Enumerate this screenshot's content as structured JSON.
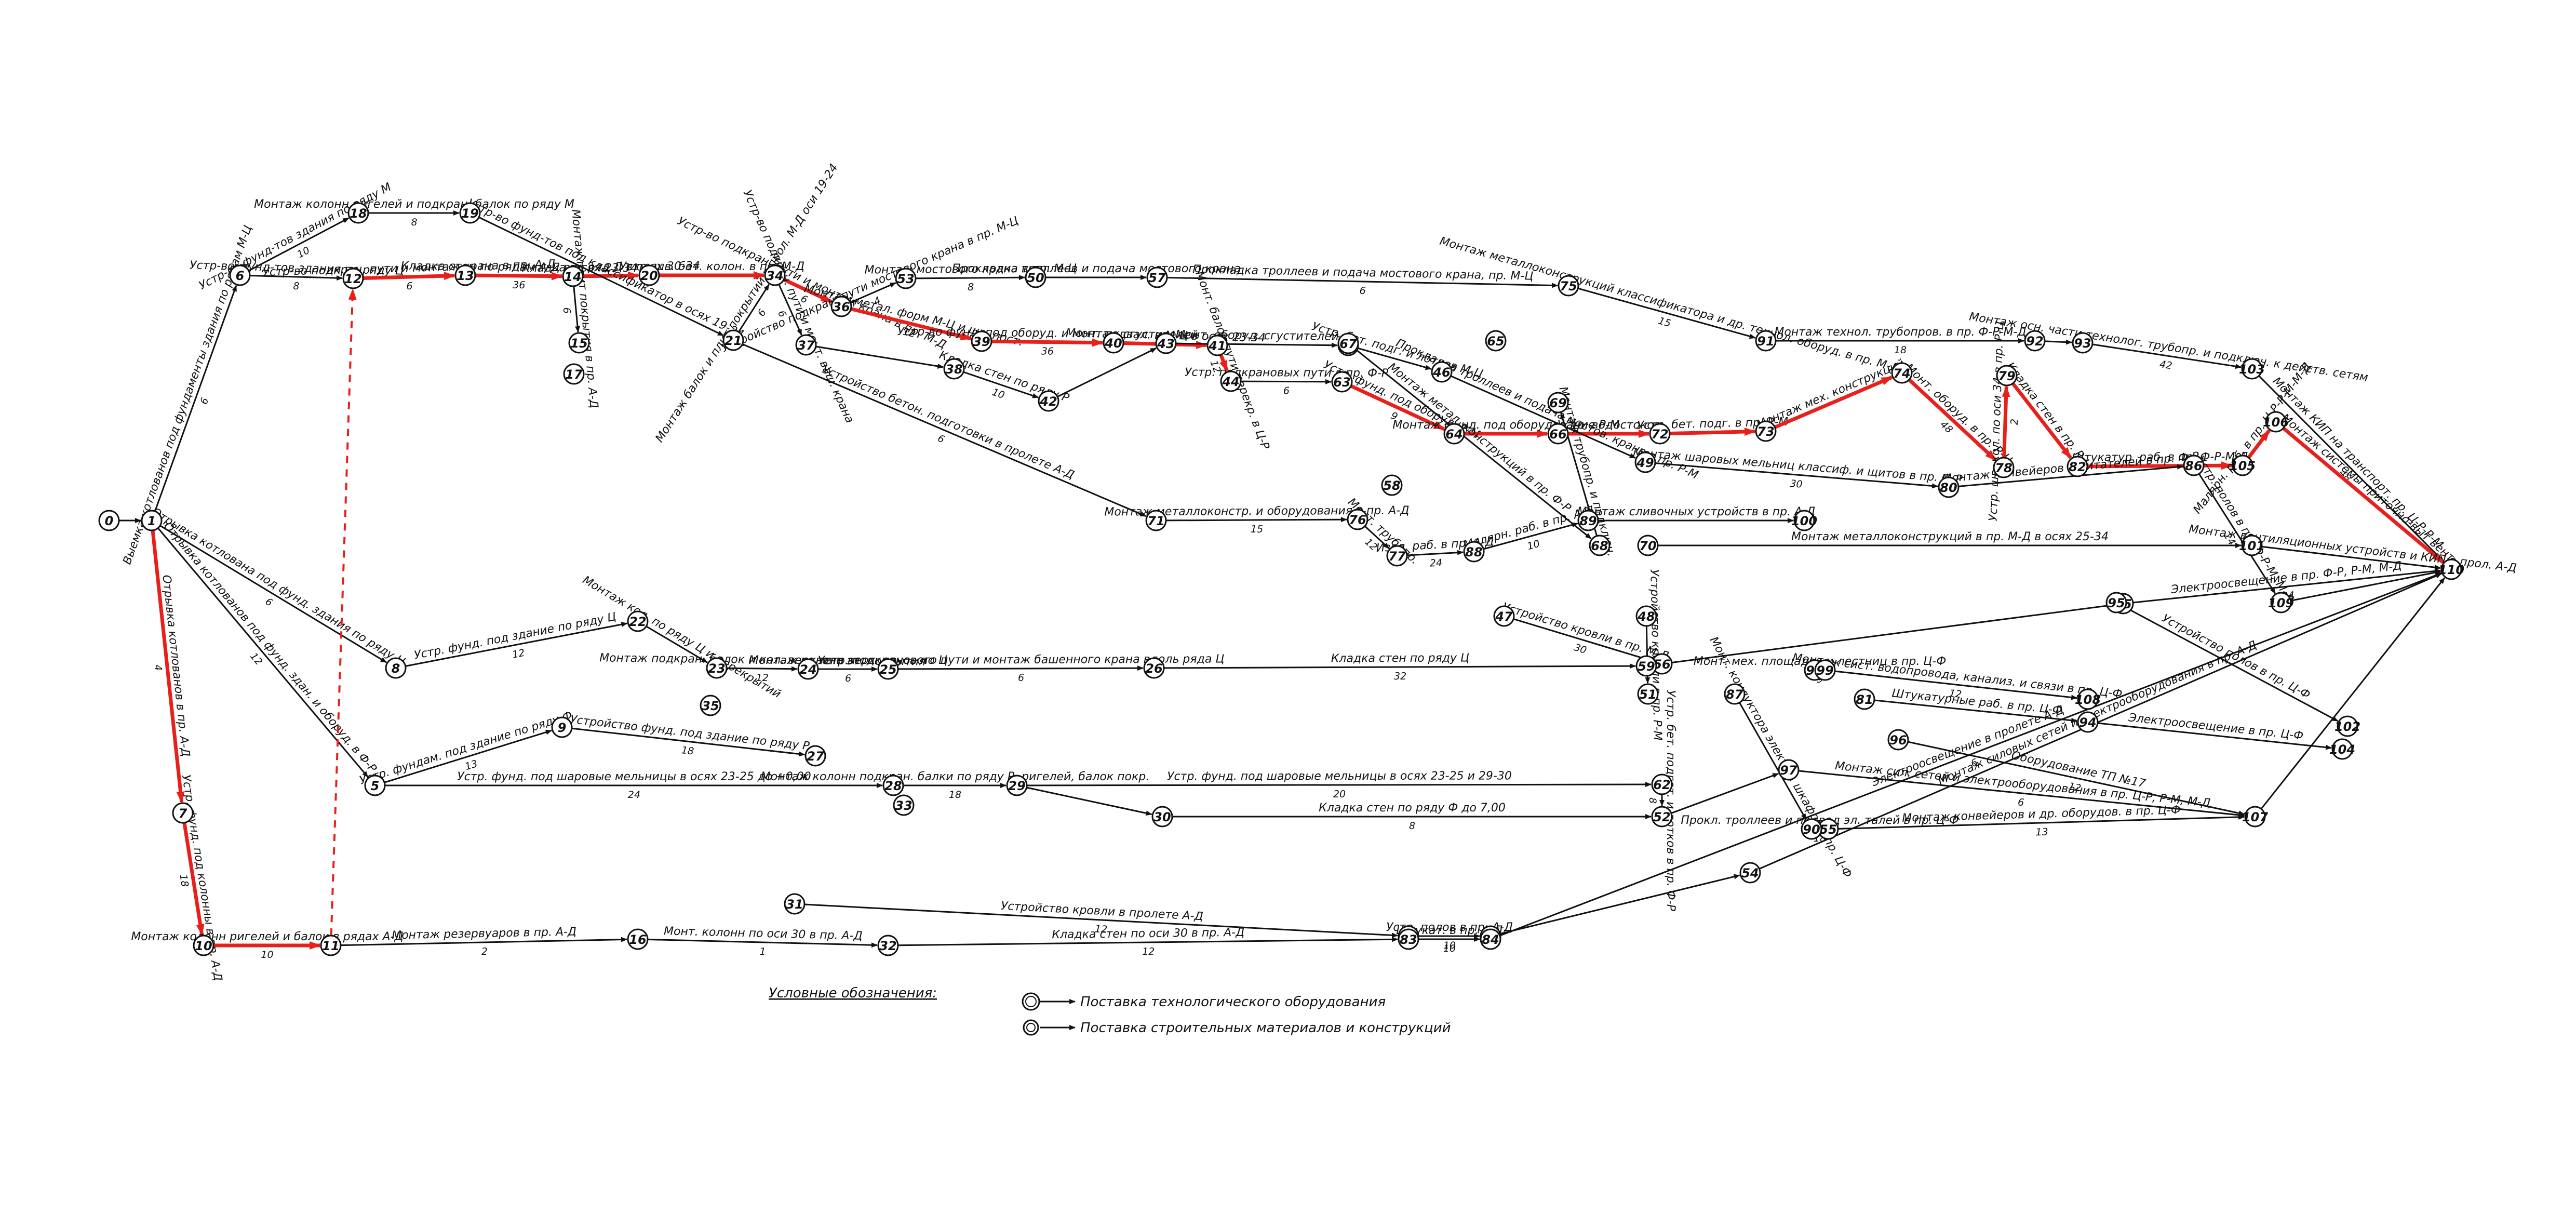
{
  "legend": {
    "title": "Условные обозначения:",
    "items": [
      {
        "id": "legend-tech",
        "label": "Поставка технологического оборудования",
        "symbol": "double-circle"
      },
      {
        "id": "legend-materials",
        "label": "Поставка строительных материалов и конструкций",
        "symbol": "double-circle-small"
      }
    ]
  },
  "colors": {
    "normal": "#111111",
    "critical": "#e8201c"
  },
  "nodes": [
    {
      "id": "0"
    },
    {
      "id": "1"
    },
    {
      "id": "6"
    },
    {
      "id": "7"
    },
    {
      "id": "8"
    },
    {
      "id": "5"
    },
    {
      "id": "9"
    },
    {
      "id": "10"
    },
    {
      "id": "11"
    },
    {
      "id": "12"
    },
    {
      "id": "13"
    },
    {
      "id": "14"
    },
    {
      "id": "15"
    },
    {
      "id": "16"
    },
    {
      "id": "17"
    },
    {
      "id": "18"
    },
    {
      "id": "19"
    },
    {
      "id": "20"
    },
    {
      "id": "21"
    },
    {
      "id": "22"
    },
    {
      "id": "23"
    },
    {
      "id": "24"
    },
    {
      "id": "25"
    },
    {
      "id": "26"
    },
    {
      "id": "27"
    },
    {
      "id": "28"
    },
    {
      "id": "29"
    },
    {
      "id": "30"
    },
    {
      "id": "31"
    },
    {
      "id": "32"
    },
    {
      "id": "33"
    },
    {
      "id": "34"
    },
    {
      "id": "35"
    },
    {
      "id": "36"
    },
    {
      "id": "37"
    },
    {
      "id": "38"
    },
    {
      "id": "39"
    },
    {
      "id": "40"
    },
    {
      "id": "41"
    },
    {
      "id": "42"
    },
    {
      "id": "43"
    },
    {
      "id": "44"
    },
    {
      "id": "45"
    },
    {
      "id": "46"
    },
    {
      "id": "47"
    },
    {
      "id": "48"
    },
    {
      "id": "49"
    },
    {
      "id": "50"
    },
    {
      "id": "51"
    },
    {
      "id": "52"
    },
    {
      "id": "53"
    },
    {
      "id": "54"
    },
    {
      "id": "55"
    },
    {
      "id": "56"
    },
    {
      "id": "57"
    },
    {
      "id": "58"
    },
    {
      "id": "59"
    },
    {
      "id": "60"
    },
    {
      "id": "61"
    },
    {
      "id": "62"
    },
    {
      "id": "63"
    },
    {
      "id": "64"
    },
    {
      "id": "65"
    },
    {
      "id": "66"
    },
    {
      "id": "67"
    },
    {
      "id": "68"
    },
    {
      "id": "69"
    },
    {
      "id": "70"
    },
    {
      "id": "71"
    },
    {
      "id": "72"
    },
    {
      "id": "73"
    },
    {
      "id": "74"
    },
    {
      "id": "75"
    },
    {
      "id": "76"
    },
    {
      "id": "77"
    },
    {
      "id": "78"
    },
    {
      "id": "79"
    },
    {
      "id": "80"
    },
    {
      "id": "81"
    },
    {
      "id": "82"
    },
    {
      "id": "83"
    },
    {
      "id": "84"
    },
    {
      "id": "85"
    },
    {
      "id": "86"
    },
    {
      "id": "87"
    },
    {
      "id": "88"
    },
    {
      "id": "89"
    },
    {
      "id": "90"
    },
    {
      "id": "91"
    },
    {
      "id": "92"
    },
    {
      "id": "93"
    },
    {
      "id": "94"
    },
    {
      "id": "95"
    },
    {
      "id": "96"
    },
    {
      "id": "97"
    },
    {
      "id": "98"
    },
    {
      "id": "99"
    },
    {
      "id": "100"
    },
    {
      "id": "101"
    },
    {
      "id": "102"
    },
    {
      "id": "103"
    },
    {
      "id": "104"
    },
    {
      "id": "105"
    },
    {
      "id": "106"
    },
    {
      "id": "107"
    },
    {
      "id": "108"
    },
    {
      "id": "109"
    },
    {
      "id": "110"
    }
  ],
  "edges": [
    {
      "from": "0",
      "to": "1",
      "label": "",
      "duration": ""
    },
    {
      "from": "1",
      "to": "6",
      "label": "Выемка котлованов под фундаменты здания по рядам М-Ц",
      "duration": "6"
    },
    {
      "from": "1",
      "to": "8",
      "label": "Отрывка котлована под фунд. здания по ряду Ц",
      "duration": "6"
    },
    {
      "from": "1",
      "to": "5",
      "label": "Отрывка котлованов под фунд. здан. и оборуд. в Ф-Р",
      "duration": "12"
    },
    {
      "from": "1",
      "to": "7",
      "label": "Отрывка котлованов в пр. А-Д",
      "duration": "4",
      "critical": true
    },
    {
      "from": "6",
      "to": "18",
      "label": "Устр-во фунд-тов здания по ряду М",
      "duration": "10"
    },
    {
      "from": "6",
      "to": "12",
      "label": "Устр-во фунд-тов здания по ряду Ц",
      "duration": "8"
    },
    {
      "from": "18",
      "to": "19",
      "label": "Монтаж колонн ригелей и подкран. балок по ряду М",
      "duration": "8"
    },
    {
      "from": "12",
      "to": "13",
      "label": "Устр-во подкран. пути и монтаж крана в пр. А-Д",
      "duration": "6",
      "critical": true
    },
    {
      "from": "13",
      "to": "14",
      "label": "Кладка стен по рядам А-Д в осях 23-34",
      "duration": "36",
      "critical": true
    },
    {
      "from": "14",
      "to": "20",
      "label": "Кладка по ряд Д в осях 30-34",
      "duration": "",
      "critical": true
    },
    {
      "from": "20",
      "to": "34",
      "label": "Устр. шв. бет. колон. в пр. М-Д",
      "duration": "",
      "critical": true
    },
    {
      "from": "19",
      "to": "21",
      "label": "Устр-во фунд-тов под классификатор в осях 19-24",
      "duration": ""
    },
    {
      "from": "21",
      "to": "34",
      "label": "Монтаж балок и плит покрытий в прол. М-Д оси 19-24",
      "duration": "6"
    },
    {
      "from": "14",
      "to": "15",
      "label": "Монтаж плит покрытия в пр. А-Д",
      "duration": "6"
    },
    {
      "from": "34",
      "to": "36",
      "label": "Устр-во подкран. пути и монтаж крана в пр. М-Д",
      "duration": "6",
      "critical": true
    },
    {
      "from": "36",
      "to": "39",
      "label": "Монтаж метал. форм М-Ц и шв. пост.",
      "duration": "12",
      "critical": true
    },
    {
      "from": "36",
      "to": "53",
      "label": "Устройство подкран. пути мостового крана в пр. М-Ц",
      "duration": "4"
    },
    {
      "from": "53",
      "to": "50",
      "label": "Монтаж мостового крана в пр. М-Ц",
      "duration": "8"
    },
    {
      "from": "50",
      "to": "57",
      "label": "Прокладка троллеев и подача мостового крана",
      "duration": ""
    },
    {
      "from": "57",
      "to": "75",
      "label": "Прокладка троллеев и подача мостового крана, пр. М-Ц",
      "duration": "6"
    },
    {
      "from": "75",
      "to": "91",
      "label": "Монтаж металлоконструкций классификатора и др. технол. оборуд. в пр. М-Д",
      "duration": "15"
    },
    {
      "from": "39",
      "to": "40",
      "label": "Устр-во фунд. под оборуд. и монтаж сгустителей",
      "duration": "36",
      "critical": true
    },
    {
      "from": "40",
      "to": "41",
      "label": "Монт. подвал. в М-Ц в осях 23-34",
      "duration": "",
      "critical": true
    },
    {
      "from": "41",
      "to": "44",
      "label": "Монт. балок пути перекр. в Ц-Р",
      "duration": "12",
      "critical": true
    },
    {
      "from": "44",
      "to": "63",
      "label": "Устр. подкрановых пути в пр. Ф-Р",
      "duration": "6"
    },
    {
      "from": "63",
      "to": "64",
      "label": "Устр. фунд. под оборуд. Р-М",
      "duration": "9",
      "critical": true
    },
    {
      "from": "64",
      "to": "66",
      "label": "Монтаж фунд. под оборудование Р-М",
      "duration": "",
      "critical": true
    },
    {
      "from": "66",
      "to": "72",
      "label": "Устр. водостоков",
      "duration": "",
      "critical": true
    },
    {
      "from": "72",
      "to": "73",
      "label": "Устр. бет. подг. в пр. Р-М",
      "duration": "",
      "critical": true
    },
    {
      "from": "73",
      "to": "74",
      "label": "Монтаж мех. конструкций",
      "duration": "",
      "critical": true
    },
    {
      "from": "74",
      "to": "78",
      "label": "Монт. оборуд. в пр. Р-Ц",
      "duration": "48",
      "critical": true
    },
    {
      "from": "91",
      "to": "92",
      "label": "Монтаж технол. трубопров. в пр. Ф-Р-М-Д",
      "duration": "18"
    },
    {
      "from": "92",
      "to": "93",
      "label": "",
      "duration": ""
    },
    {
      "from": "93",
      "to": "103",
      "label": "Монтаж осн. части технолог. трубопр. и подключ. к действ. сетям",
      "duration": "42"
    },
    {
      "from": "103",
      "to": "110",
      "label": "Монтаж КИП на транспорт. пр. Ц-Р-Р-М",
      "duration": "48"
    },
    {
      "from": "78",
      "to": "79",
      "label": "Устр. шв. кол. по оси 34 в пр. Р-Ц",
      "duration": "2",
      "critical": true
    },
    {
      "from": "79",
      "to": "82",
      "label": "Кладка стен в пр. Р-Ц",
      "duration": "",
      "critical": true
    },
    {
      "from": "82",
      "to": "105",
      "label": "Штукатур. раб. в пр. Ф-Р-М-Д",
      "duration": "",
      "critical": true
    },
    {
      "from": "105",
      "to": "106",
      "label": "Малярн. раб. в пр. Ц-Р-Р-М-М-Д",
      "duration": "",
      "critical": true
    },
    {
      "from": "106",
      "to": "110",
      "label": "Монтаж системы приточно-выт вент.",
      "duration": "",
      "critical": true
    },
    {
      "from": "7",
      "to": "10",
      "label": "Устр. фунд. под колонны в пр. А-Д",
      "duration": "18",
      "critical": true
    },
    {
      "from": "10",
      "to": "11",
      "label": "Монтаж колонн ригелей и балок в рядах А-Д",
      "duration": "10",
      "critical": true
    },
    {
      "from": "11",
      "to": "12",
      "label": "",
      "duration": "",
      "dashed": true,
      "critical": true
    },
    {
      "from": "11",
      "to": "16",
      "label": "Монтаж резервуаров в пр. А-Д",
      "duration": "2"
    },
    {
      "from": "16",
      "to": "32",
      "label": "Монт. колонн по оси 30 в пр. А-Д",
      "duration": "1"
    },
    {
      "from": "32",
      "to": "83",
      "label": "Кладка стен по оси 30 в пр. А-Д",
      "duration": "12"
    },
    {
      "from": "83",
      "to": "84",
      "label": "Штукат. в пр. А-Д",
      "duration": "10"
    },
    {
      "from": "84",
      "to": "110",
      "label": "Электроосвещение в пролете А-Д",
      "duration": "6"
    },
    {
      "from": "8",
      "to": "22",
      "label": "Устр. фунд. под здание по ряду Ц",
      "duration": "12"
    },
    {
      "from": "22",
      "to": "23",
      "label": "Монтаж кол. по ряду Ц и перекрытий",
      "duration": ""
    },
    {
      "from": "23",
      "to": "24",
      "label": "Монтаж подкран. балок и кол. верхнего эт. покрытия",
      "duration": "12"
    },
    {
      "from": "24",
      "to": "25",
      "label": "Монтаж колонн верх. яруса по Ц",
      "duration": "6"
    },
    {
      "from": "25",
      "to": "26",
      "label": "Устр. подкранового пути и монтаж башенного крана вдоль ряда Ц",
      "duration": "6"
    },
    {
      "from": "26",
      "to": "59",
      "label": "Кладка стен по ряду Ц",
      "duration": "32"
    },
    {
      "from": "5",
      "to": "9",
      "label": "Устр. фундам. под здание по ряду Ф",
      "duration": "13"
    },
    {
      "from": "9",
      "to": "27",
      "label": "Устройство фунд. под здание по ряду Р",
      "duration": "18"
    },
    {
      "from": "5",
      "to": "28",
      "label": "Устр. фунд. под шаровые мельницы в осях 23-25 до +0,00",
      "duration": "24"
    },
    {
      "from": "28",
      "to": "29",
      "label": "Монтаж колонн подкран. балки по ряду Р, ригелей, балок покр.",
      "duration": "18"
    },
    {
      "from": "29",
      "to": "62",
      "label": "Устр. фунд. под шаровые мельницы в осях 23-25 и 29-30",
      "duration": "20"
    },
    {
      "from": "62",
      "to": "52",
      "label": "Устр. бет. подгот. и лотков в пр. Ф-Р",
      "duration": "8"
    },
    {
      "from": "29",
      "to": "30",
      "label": "",
      "duration": ""
    },
    {
      "from": "30",
      "to": "52",
      "label": "Кладка стен по ряду Ф до 7,00",
      "duration": "8"
    },
    {
      "from": "52",
      "to": "97",
      "label": "",
      "duration": ""
    },
    {
      "from": "97",
      "to": "107",
      "label": "Монтаж сил. сетей и электрооборудования в пр. Ц-Р, Р-М, М-Д",
      "duration": "6"
    },
    {
      "from": "107",
      "to": "110",
      "label": "",
      "duration": ""
    },
    {
      "from": "21",
      "to": "71",
      "label": "Устройство бетон. подготовки в пролете А-Д",
      "duration": "6"
    },
    {
      "from": "71",
      "to": "76",
      "label": "Монтаж металлоконстр. и оборудования в пр. А-Д",
      "duration": "15"
    },
    {
      "from": "76",
      "to": "77",
      "label": "Монт. трубопр.",
      "duration": "12"
    },
    {
      "from": "77",
      "to": "88",
      "label": "Изол. раб. в пр. А-Д",
      "duration": "24"
    },
    {
      "from": "88",
      "to": "89",
      "label": "Малярн. раб. в пр. А-Д",
      "duration": "10"
    },
    {
      "from": "89",
      "to": "100",
      "label": "Монтаж сливочных устройств в пр. А-Д",
      "duration": ""
    },
    {
      "from": "70",
      "to": "101",
      "label": "Монтаж металлоконструкций в пр. М-Д в осях 25-34",
      "duration": ""
    },
    {
      "from": "101",
      "to": "110",
      "label": "Монтаж вентиляционных устройств и КИП в прол. А-Д",
      "duration": ""
    },
    {
      "from": "85",
      "to": "110",
      "label": "Электроосвещение в пр. Ф-Р, Р-М, М-Д",
      "duration": "24"
    },
    {
      "from": "99",
      "to": "108",
      "label": "Монтаж сист. водопровода, канализ. и связи в пр. Ц-Ф",
      "duration": "12"
    },
    {
      "from": "81",
      "to": "94",
      "label": "Штукатурные раб. в пр. Ц-Ф",
      "duration": ""
    },
    {
      "from": "94",
      "to": "104",
      "label": "Электроосвещение в пр. Ц-Ф",
      "duration": ""
    },
    {
      "from": "95",
      "to": "102",
      "label": "Устройство полов в пр. Ц-Ф",
      "duration": ""
    },
    {
      "from": "96",
      "to": "107",
      "label": "Оборудование ТП №17",
      "duration": "12"
    },
    {
      "from": "87",
      "to": "90",
      "label": "Монт. кондуктора электро. шкафов в пр. Ц-Ф",
      "duration": ""
    },
    {
      "from": "90",
      "to": "55",
      "label": "Прокл. троллеев и подвод эл. талей в пр. Ц-Ф",
      "duration": "18"
    },
    {
      "from": "55",
      "to": "107",
      "label": "Монтаж конвейеров и др. оборудов. в пр. Ц-Ф",
      "duration": "13"
    },
    {
      "from": "54",
      "to": "110",
      "label": "Монтаж силовых сетей и электрооборудования в пр. А-Д",
      "duration": ""
    },
    {
      "from": "34",
      "to": "37",
      "label": "Устр-во подкран. пути и монт. ваш. крана",
      "duration": "6"
    },
    {
      "from": "37",
      "to": "38",
      "label": "",
      "duration": ""
    },
    {
      "from": "38",
      "to": "42",
      "label": "Кладка стен по ряду Р",
      "duration": "10"
    },
    {
      "from": "42",
      "to": "43",
      "label": "",
      "duration": ""
    },
    {
      "from": "43",
      "to": "45",
      "label": "Монт. оборуд. сгустителей",
      "duration": ""
    },
    {
      "from": "45",
      "to": "46",
      "label": "Устр. бет. подг. и лотков М-Ц",
      "duration": ""
    },
    {
      "from": "46",
      "to": "49",
      "label": "Прокладка троллеев и подача мостов. крана в пр. Р-М",
      "duration": ""
    },
    {
      "from": "49",
      "to": "80",
      "label": "Монтаж шаровых мельниц классиф. и щитов в пр. Ф-Р",
      "duration": "30"
    },
    {
      "from": "80",
      "to": "86",
      "label": "Монтаж конвейеров и питателей в пр. Ф-Р",
      "duration": ""
    },
    {
      "from": "86",
      "to": "109",
      "label": "Устр. полов в пр. Ф-Р-М, М-Д",
      "duration": "24"
    },
    {
      "from": "109",
      "to": "110",
      "label": "",
      "duration": ""
    },
    {
      "from": "67",
      "to": "68",
      "label": "Монтаж метал. конструкций в пр. Ф-Р",
      "duration": ""
    },
    {
      "from": "68",
      "to": "69",
      "label": "Монтаж трубопр. и подключ.",
      "duration": ""
    },
    {
      "from": "31",
      "to": "60",
      "label": "Устройство кровли в пролете А-Д",
      "duration": "12"
    },
    {
      "from": "60",
      "to": "61",
      "label": "Устр. полов в пр. А-Д",
      "duration": "10"
    },
    {
      "from": "61",
      "to": "54",
      "label": "",
      "duration": ""
    },
    {
      "from": "98",
      "to": "99",
      "label": "Монт. мех. площадок и лестниц в пр. Ц-Ф",
      "duration": "9"
    },
    {
      "from": "48",
      "to": "51",
      "label": "Устройство кровли в пр. Р-М",
      "duration": ""
    },
    {
      "from": "47",
      "to": "56",
      "label": "Устройство кровли в пр. М-Д",
      "duration": "30"
    },
    {
      "from": "56",
      "to": "85",
      "label": "",
      "duration": ""
    }
  ]
}
